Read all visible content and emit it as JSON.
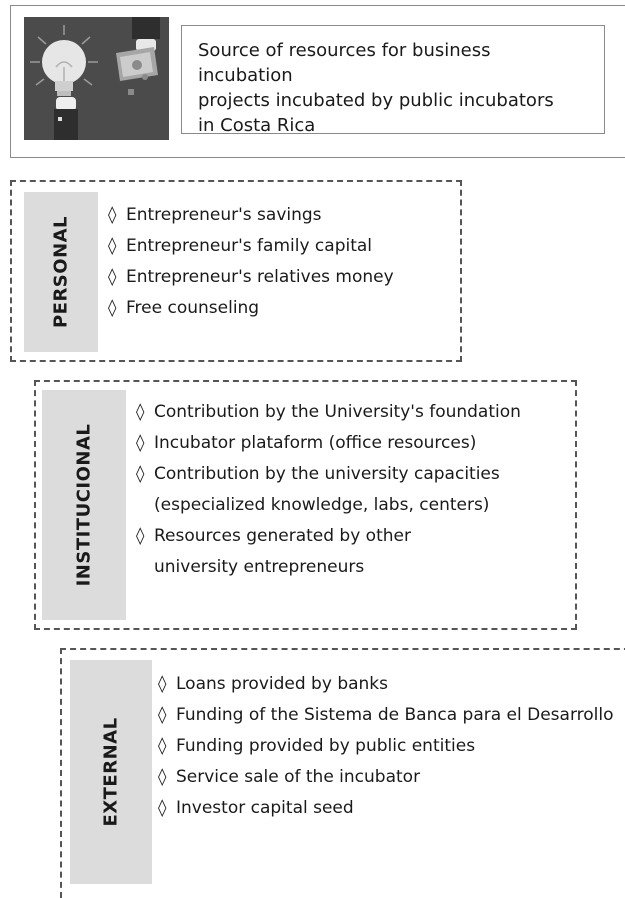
{
  "header": {
    "title_lines": [
      "Source of resources for business incubation",
      "projects incubated by public incubators",
      "in Costa Rica"
    ],
    "image_icon": "lightbulb-money-handshake-icon"
  },
  "bullet_symbol": "◊",
  "groups": [
    {
      "label": "PERSONAL",
      "items": [
        "Entrepreneur's savings",
        "Entrepreneur's family capital",
        "Entrepreneur's relatives money",
        "Free counseling"
      ]
    },
    {
      "label": "INSTITUCIONAL",
      "items": [
        "Contribution by the University's foundation",
        "Incubator plataform (office resources)",
        "Contribution by the university capacities",
        "(especialized knowledge, labs, centers)",
        "Resources generated by other",
        "university entrepreneurs"
      ]
    },
    {
      "label": "EXTERNAL",
      "items": [
        "Loans provided by banks",
        "Funding of the Sistema de Banca para el Desarrollo",
        "Funding provided by public entities",
        "Service sale of the  incubator",
        "Investor capital seed"
      ]
    }
  ]
}
